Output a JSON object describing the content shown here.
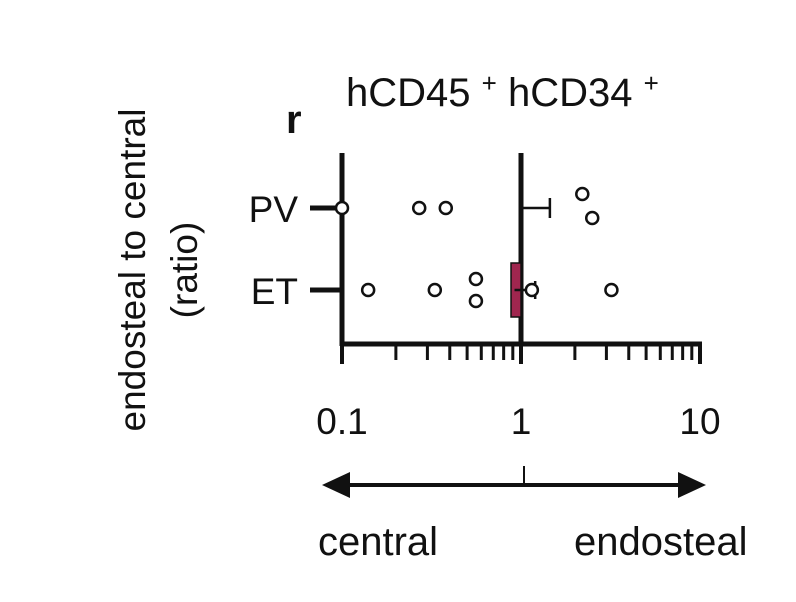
{
  "panel_label": "r",
  "chart_data": {
    "type": "scatter",
    "title": "hCD45",
    "title_sup": "+",
    "title_2": " hCD34",
    "title_2_sup": "+",
    "ylabel_line1": "endosteal to central",
    "ylabel_line2": "(ratio)",
    "xscale": "log",
    "xlim": [
      0.1,
      10
    ],
    "xticks": [
      "0.1",
      "1",
      "10"
    ],
    "categories": [
      "PV",
      "ET"
    ],
    "reference_line_x": 1,
    "series": [
      {
        "category": "PV",
        "values": [
          0.1,
          0.27,
          0.38,
          2.2,
          2.5
        ],
        "mean": 1.0,
        "error_high": 1.45
      },
      {
        "category": "ET",
        "values": [
          0.14,
          0.33,
          0.56,
          0.56,
          1.15,
          3.2
        ],
        "mean": 0.95,
        "error_low": 0.92,
        "error_high": 1.2
      }
    ],
    "grid": false,
    "legend": "none",
    "direction_arrow": {
      "left_label": "central",
      "right_label": "endosteal"
    },
    "colors": {
      "axis": "#111111",
      "et_bar": "#a0264f"
    }
  }
}
